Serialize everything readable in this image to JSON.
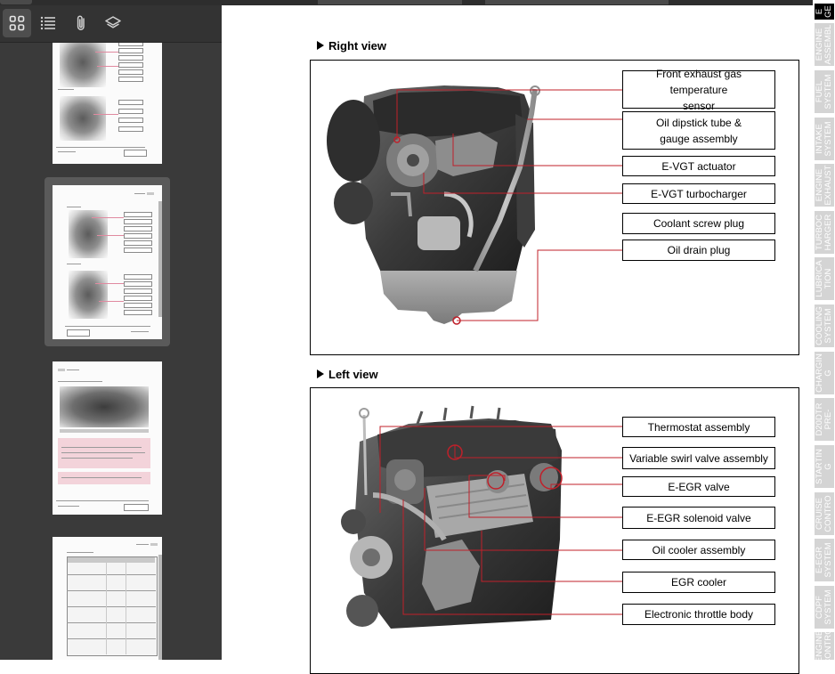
{
  "toolbar": {
    "buttons": [
      {
        "name": "thumbnails",
        "icon": "grid-icon",
        "active": true
      },
      {
        "name": "outline",
        "icon": "list-icon",
        "active": false
      },
      {
        "name": "attachments",
        "icon": "paperclip-icon",
        "active": false
      },
      {
        "name": "layers",
        "icon": "layers-icon",
        "active": false
      }
    ]
  },
  "thumbnails": {
    "selected_index": 1,
    "count_visible": 4
  },
  "document": {
    "right_view": {
      "title": "Right view",
      "labels": [
        {
          "line1": "Front exhaust gas temperature",
          "line2": "sensor"
        },
        {
          "line1": "Oil dipstick tube &",
          "line2": "gauge assembly"
        },
        {
          "line1": "E-VGT actuator",
          "line2": ""
        },
        {
          "line1": "E-VGT turbocharger",
          "line2": ""
        },
        {
          "line1": "Coolant screw plug",
          "line2": ""
        },
        {
          "line1": "Oil drain plug",
          "line2": ""
        }
      ]
    },
    "left_view": {
      "title": "Left view",
      "labels": [
        {
          "line1": "Thermostat assembly",
          "line2": ""
        },
        {
          "line1": "Variable swirl valve assembly",
          "line2": ""
        },
        {
          "line1": "E-EGR valve",
          "line2": ""
        },
        {
          "line1": "E-EGR solenoid valve",
          "line2": ""
        },
        {
          "line1": "Oil cooler assembly",
          "line2": ""
        },
        {
          "line1": "EGR cooler",
          "line2": ""
        },
        {
          "line1": "Electronic throttle body",
          "line2": ""
        }
      ]
    }
  },
  "side_tabs": [
    {
      "lines": [
        "E",
        "GE"
      ],
      "active": true
    },
    {
      "lines": [
        "ENGINE",
        "ASSEMBL"
      ],
      "active": false
    },
    {
      "lines": [
        "FUEL",
        "SYSTEM"
      ],
      "active": false
    },
    {
      "lines": [
        "INTAKE",
        "SYSTEM"
      ],
      "active": false
    },
    {
      "lines": [
        "ENGINE",
        "EXHAUST"
      ],
      "active": false
    },
    {
      "lines": [
        "TURBOC",
        "HARGER"
      ],
      "active": false
    },
    {
      "lines": [
        "LUBRICA",
        "TION"
      ],
      "active": false
    },
    {
      "lines": [
        "COOLING",
        "SYSTEM"
      ],
      "active": false
    },
    {
      "lines": [
        "CHARGIN",
        "G"
      ],
      "active": false
    },
    {
      "lines": [
        "D20DTR",
        "PRE-"
      ],
      "active": false
    },
    {
      "lines": [
        "STARTIN",
        "G"
      ],
      "active": false
    },
    {
      "lines": [
        "CRUISE",
        "CONTRO"
      ],
      "active": false
    },
    {
      "lines": [
        "E-EGR",
        "SYSTEM"
      ],
      "active": false
    },
    {
      "lines": [
        "CDPF",
        "SYSTEM"
      ],
      "active": false
    },
    {
      "lines": [
        "ENGINE",
        "CONTRO"
      ],
      "active": false
    }
  ],
  "colors": {
    "sidebar_bg": "#3a3a3a",
    "toolbar_bg": "#333333",
    "leader_line": "#c0202a",
    "tab_gray": "#d4d4d4",
    "tab_active": "#000000"
  }
}
